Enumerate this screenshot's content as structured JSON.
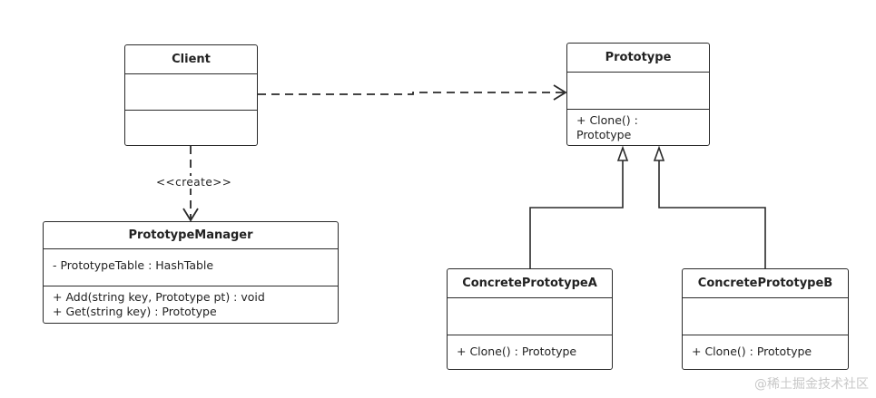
{
  "classes": {
    "client": {
      "name": "Client",
      "attributes": [],
      "methods": []
    },
    "prototype": {
      "name": "Prototype",
      "attributes": [],
      "methods": [
        "+ Clone() :",
        "Prototype"
      ]
    },
    "manager": {
      "name": "PrototypeManager",
      "attributes": [
        "- PrototypeTable : HashTable"
      ],
      "methods": [
        "+ Add(string key, Prototype pt) : void",
        "+ Get(string key) : Prototype"
      ]
    },
    "concreteA": {
      "name": "ConcretePrototypeA",
      "attributes": [],
      "methods": [
        "+ Clone() : Prototype"
      ]
    },
    "concreteB": {
      "name": "ConcretePrototypeB",
      "attributes": [],
      "methods": [
        "+ Clone() : Prototype"
      ]
    }
  },
  "relations": {
    "create_label": "<<create>>"
  },
  "watermark": "@稀土掘金技术社区"
}
